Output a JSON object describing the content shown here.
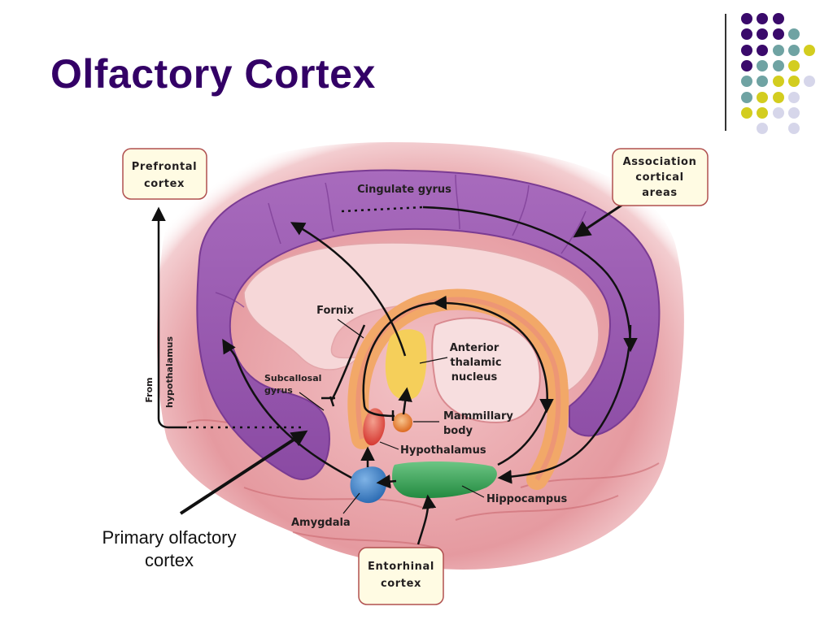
{
  "slide": {
    "title": "Olfactory Cortex",
    "title_color": "#330066",
    "caption": "Primary olfactory cortex"
  },
  "decoration": {
    "dot_colors": {
      "purple": "#3a0a6b",
      "teal": "#6fa3a3",
      "yellow": "#d3cd1f",
      "lavender": "#d6d6ea"
    },
    "dot_grid": [
      [
        "purple",
        "purple",
        "purple",
        null,
        null
      ],
      [
        "purple",
        "purple",
        "purple",
        "teal",
        null
      ],
      [
        "purple",
        "purple",
        "teal",
        "teal",
        "yellow"
      ],
      [
        "purple",
        "teal",
        "teal",
        "yellow",
        null
      ],
      [
        "teal",
        "teal",
        "yellow",
        "yellow",
        "lavender"
      ],
      [
        "teal",
        "yellow",
        "yellow",
        "lavender",
        null
      ],
      [
        "yellow",
        "yellow",
        "lavender",
        "lavender",
        null
      ],
      [
        null,
        "lavender",
        null,
        "lavender",
        null
      ]
    ]
  },
  "diagram": {
    "boxes": {
      "prefrontal": [
        "Prefrontal",
        "cortex"
      ],
      "association": [
        "Association",
        "cortical",
        "areas"
      ],
      "entorhinal": [
        "Entorhinal",
        "cortex"
      ]
    },
    "labels": {
      "cingulate": "Cingulate gyrus",
      "fornix": "Fornix",
      "anterior_thalamic": [
        "Anterior",
        "thalamic",
        "nucleus"
      ],
      "subcallosal": [
        "Subcallosal",
        "gyrus"
      ],
      "mammillary": [
        "Mammillary",
        "body"
      ],
      "hypothalamus": "Hypothalamus",
      "hippocampus": "Hippocampus",
      "amygdala": "Amygdala",
      "from_hypothalamus": [
        "From",
        "hypothalamus"
      ]
    },
    "colors": {
      "cingulate": "#9b5bb0",
      "brain_tissue": "#e9a3a8",
      "inner_pink": "#f6d7d8",
      "fornix_ring": "#f2a868",
      "thalamic": "#f5cf5a",
      "mammillary": "#e0702a",
      "hypothalamus": "#d8332c",
      "amygdala": "#2f78c4",
      "hippocampus": "#2f9a4c",
      "box_fill": "#fffbe3",
      "box_border": "#b0504f"
    }
  }
}
